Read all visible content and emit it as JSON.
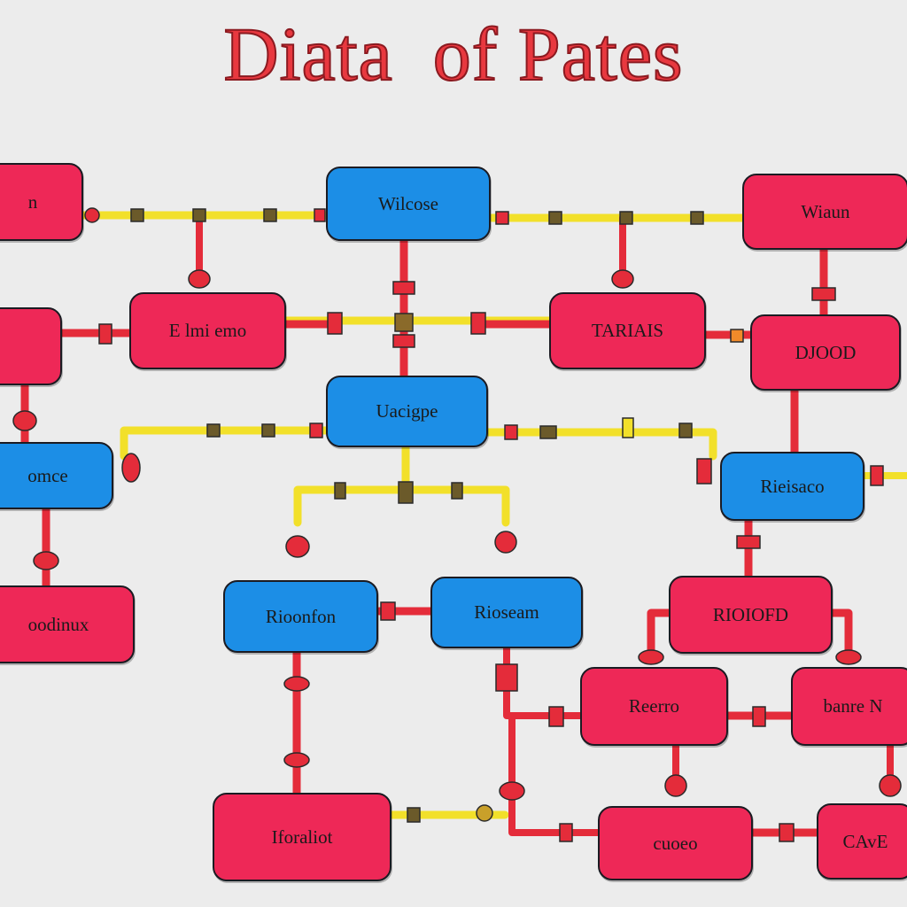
{
  "title": "Diata  of Pates",
  "colors": {
    "red_node": "#ee2857",
    "blue_node": "#1c8ee6",
    "red_pipe": "#e42c3a",
    "yellow_pipe": "#f2e02a",
    "title": "#e8383f"
  },
  "nodes": [
    {
      "id": "n1",
      "label": "n",
      "color": "red"
    },
    {
      "id": "n2",
      "label": "Wilcose",
      "color": "blue"
    },
    {
      "id": "n3",
      "label": "Wiaun",
      "color": "red"
    },
    {
      "id": "n4",
      "label": "",
      "color": "red"
    },
    {
      "id": "n5",
      "label": "E lmi emo",
      "color": "red"
    },
    {
      "id": "n6",
      "label": "TARIAIS",
      "color": "red"
    },
    {
      "id": "n7",
      "label": "DJOOD",
      "color": "red"
    },
    {
      "id": "n8",
      "label": "Uacigpe",
      "color": "blue"
    },
    {
      "id": "n9",
      "label": "omce",
      "color": "blue"
    },
    {
      "id": "n10",
      "label": "Rieisaco",
      "color": "blue"
    },
    {
      "id": "n11",
      "label": "oodinux",
      "color": "red"
    },
    {
      "id": "n12",
      "label": "Rioonfon",
      "color": "blue"
    },
    {
      "id": "n13",
      "label": "Rioseam",
      "color": "blue"
    },
    {
      "id": "n14",
      "label": "RIOIOFD",
      "color": "red"
    },
    {
      "id": "n15",
      "label": "Reerro",
      "color": "red"
    },
    {
      "id": "n16",
      "label": "banre N",
      "color": "red"
    },
    {
      "id": "n17",
      "label": "Iforaliot",
      "color": "red"
    },
    {
      "id": "n18",
      "label": "cuoeo",
      "color": "red"
    },
    {
      "id": "n19",
      "label": "CAvE",
      "color": "red"
    }
  ],
  "connections": [
    {
      "from": "n1",
      "to": "n2",
      "pipe": "yellow"
    },
    {
      "from": "n2",
      "to": "n3",
      "pipe": "yellow"
    },
    {
      "from": "n4",
      "to": "n5",
      "pipe": "red"
    },
    {
      "from": "n5",
      "to": "n6",
      "pipe": "yellow"
    },
    {
      "from": "n6",
      "to": "n7",
      "pipe": "red"
    },
    {
      "from": "n2",
      "to": "n8",
      "pipe": "red"
    },
    {
      "from": "n3",
      "to": "n7",
      "pipe": "red"
    },
    {
      "from": "n8",
      "to": "n9",
      "pipe": "yellow"
    },
    {
      "from": "n8",
      "to": "n10",
      "pipe": "yellow"
    },
    {
      "from": "n8",
      "to": "n12",
      "pipe": "yellow"
    },
    {
      "from": "n8",
      "to": "n13",
      "pipe": "yellow"
    },
    {
      "from": "n12",
      "to": "n13",
      "pipe": "red"
    },
    {
      "from": "n9",
      "to": "n11",
      "pipe": "red"
    },
    {
      "from": "n10",
      "to": "n14",
      "pipe": "red"
    },
    {
      "from": "n14",
      "to": "n15",
      "pipe": "red"
    },
    {
      "from": "n14",
      "to": "n16",
      "pipe": "red"
    },
    {
      "from": "n15",
      "to": "n16",
      "pipe": "red"
    },
    {
      "from": "n12",
      "to": "n17",
      "pipe": "red"
    },
    {
      "from": "n13",
      "to": "n18",
      "pipe": "red"
    },
    {
      "from": "n17",
      "to": "n18",
      "pipe": "yellow"
    },
    {
      "from": "n18",
      "to": "n19",
      "pipe": "red"
    }
  ]
}
